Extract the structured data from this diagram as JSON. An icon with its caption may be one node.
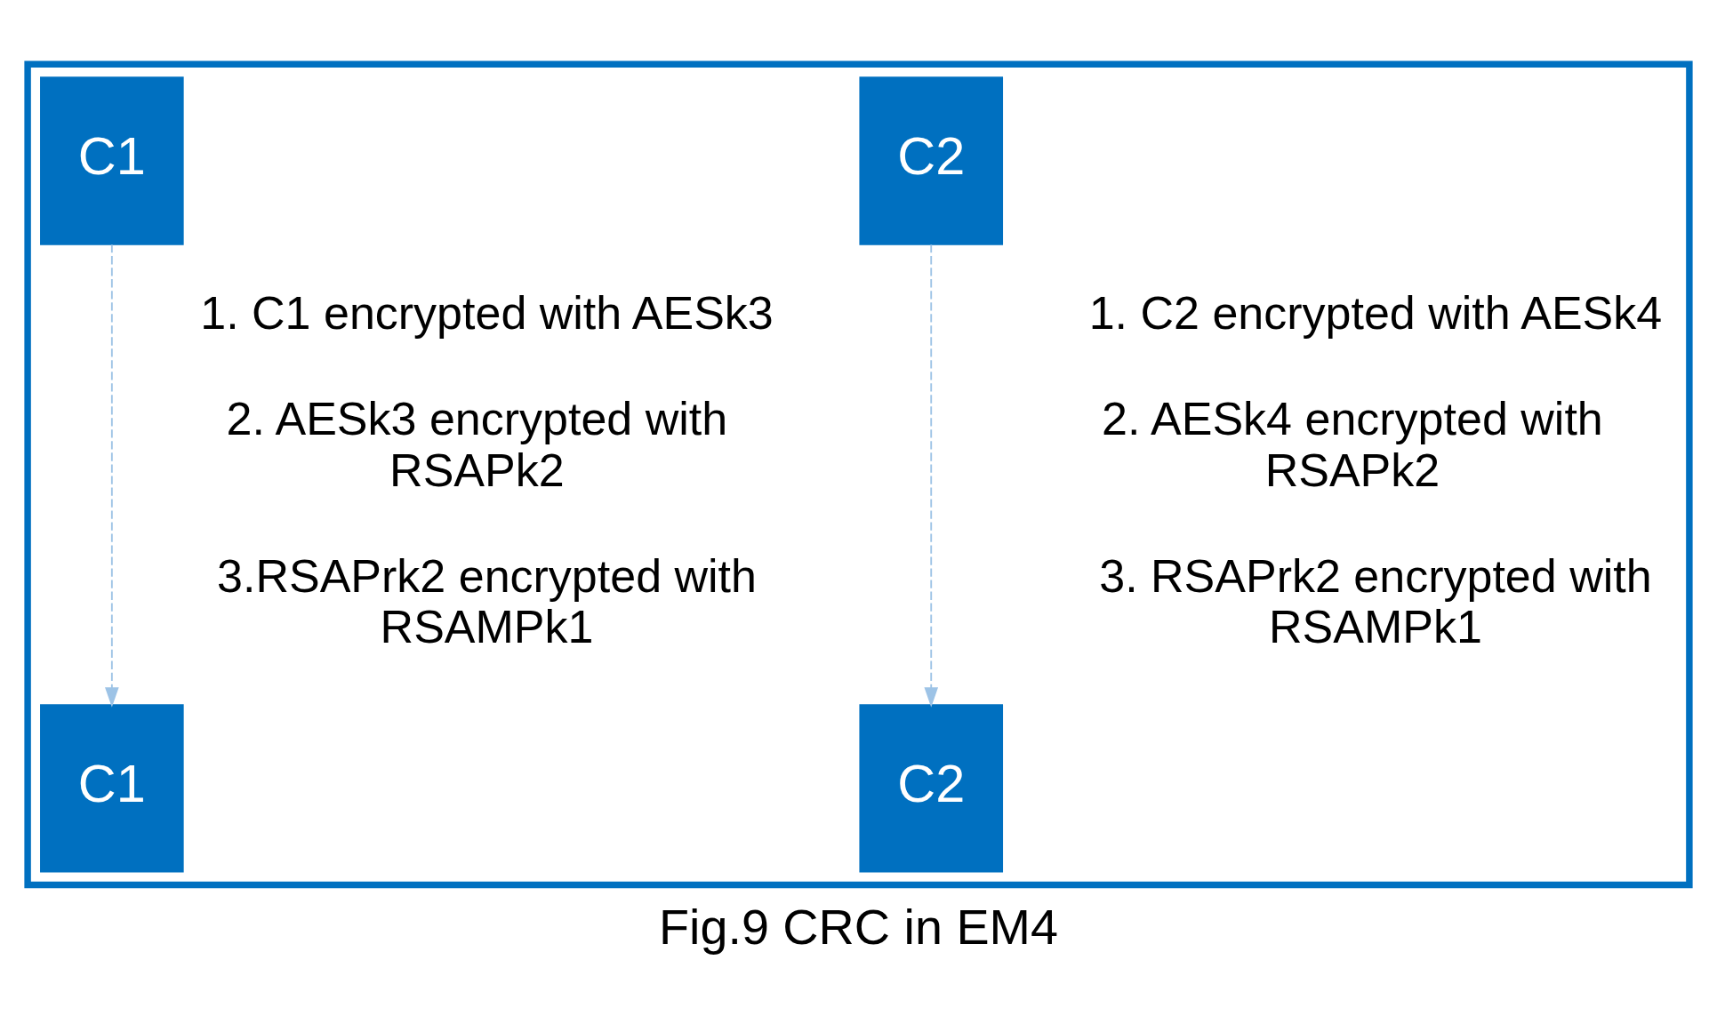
{
  "diagram": {
    "caption": "Fig.9 CRC in EM4",
    "nodes": [
      {
        "text": [],
        "shape": "box"
      },
      {
        "text": [
          "C1"
        ],
        "in": 0
      },
      {
        "text": [
          "C1"
        ],
        "in": 0
      },
      {
        "text": [
          "C2"
        ],
        "in": 0
      },
      {
        "text": [
          "C2"
        ],
        "in": 0
      }
    ],
    "edges": [
      {
        "from": 1,
        "to": 2,
        "arrow": "to",
        "style": "dashed",
        "color": "#9dc3e6"
      },
      {
        "from": 3,
        "to": 4,
        "arrow": "to",
        "style": "dashed",
        "color": "#9dc3e6"
      }
    ],
    "labels": [
      "1. C1 encrypted with AESk3",
      "2. AESk3 encrypted with RSAPk2",
      "3.RSAPrk2 encrypted with RSAMPk1",
      "1. C2 encrypted with AESk4",
      "2. AESk4 encrypted with RSAPk2",
      "3. RSAPrk2 encrypted with RSAMPk1"
    ]
  }
}
